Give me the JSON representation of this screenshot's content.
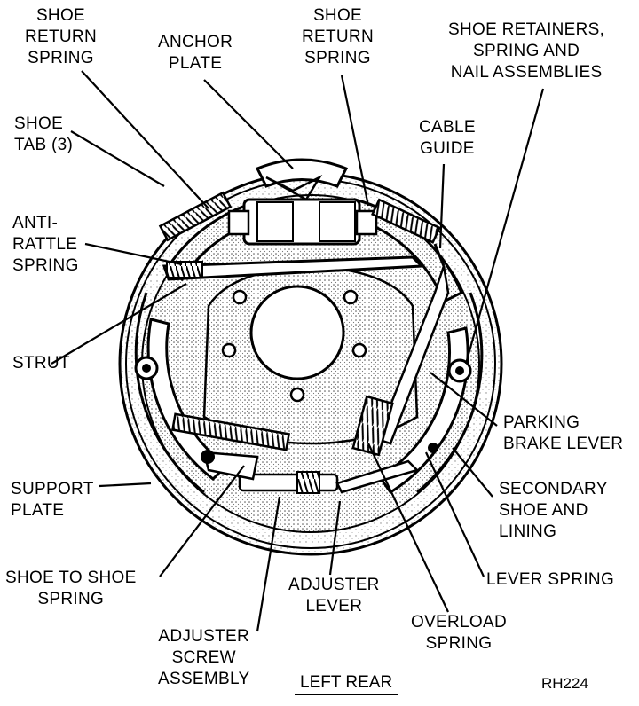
{
  "labels": {
    "shoe_return_spring_left": "SHOE\nRETURN\nSPRING",
    "anchor_plate": "ANCHOR\nPLATE",
    "shoe_return_spring_right": "SHOE\nRETURN\nSPRING",
    "shoe_retainers": "SHOE RETAINERS,\nSPRING AND\nNAIL ASSEMBLIES",
    "shoe_tab": "SHOE\nTAB (3)",
    "cable_guide": "CABLE\nGUIDE",
    "anti_rattle_spring": "ANTI-\nRATTLE\nSPRING",
    "strut": "STRUT",
    "parking_brake_lever": "PARKING\nBRAKE LEVER",
    "support_plate": "SUPPORT\nPLATE",
    "secondary_shoe": "SECONDARY\nSHOE AND\nLINING",
    "shoe_to_shoe_spring": "SHOE TO SHOE\nSPRING",
    "adjuster_lever": "ADJUSTER\nLEVER",
    "lever_spring": "LEVER SPRING",
    "overload_spring": "OVERLOAD\nSPRING",
    "adjuster_screw_assembly": "ADJUSTER\nSCREW\nASSEMBLY"
  },
  "caption": "LEFT REAR",
  "figure_code": "RH224"
}
